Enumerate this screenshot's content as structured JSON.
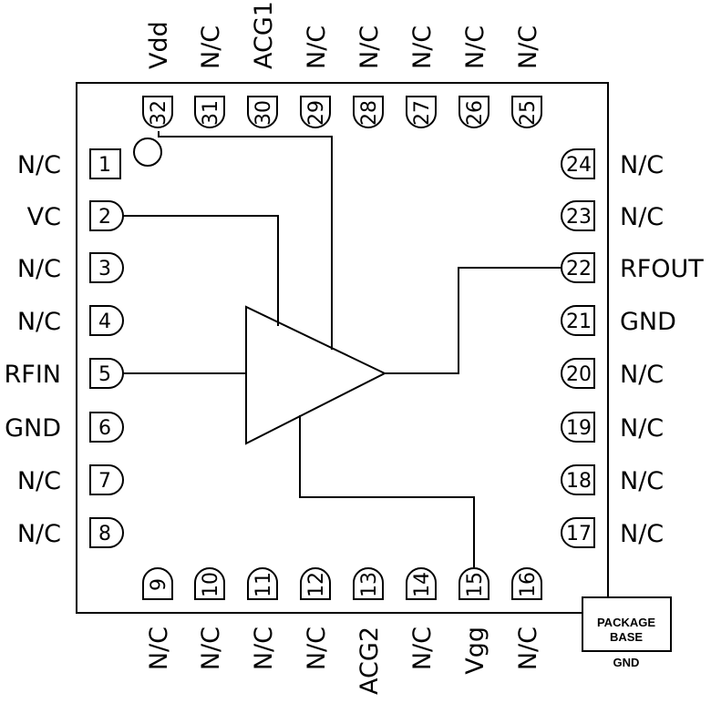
{
  "pins": {
    "left": [
      {
        "num": "1",
        "label": "N/C",
        "shape": "square"
      },
      {
        "num": "2",
        "label": "VC",
        "shape": "round"
      },
      {
        "num": "3",
        "label": "N/C",
        "shape": "round"
      },
      {
        "num": "4",
        "label": "N/C",
        "shape": "round"
      },
      {
        "num": "5",
        "label": "RFIN",
        "shape": "round"
      },
      {
        "num": "6",
        "label": "GND",
        "shape": "round"
      },
      {
        "num": "7",
        "label": "N/C",
        "shape": "round"
      },
      {
        "num": "8",
        "label": "N/C",
        "shape": "round"
      }
    ],
    "bottom": [
      {
        "num": "9",
        "label": "N/C"
      },
      {
        "num": "10",
        "label": "N/C"
      },
      {
        "num": "11",
        "label": "N/C"
      },
      {
        "num": "12",
        "label": "N/C"
      },
      {
        "num": "13",
        "label": "ACG2"
      },
      {
        "num": "14",
        "label": "N/C"
      },
      {
        "num": "15",
        "label": "Vgg"
      },
      {
        "num": "16",
        "label": "N/C"
      }
    ],
    "right": [
      {
        "num": "17",
        "label": "N/C"
      },
      {
        "num": "18",
        "label": "N/C"
      },
      {
        "num": "19",
        "label": "N/C"
      },
      {
        "num": "20",
        "label": "N/C"
      },
      {
        "num": "21",
        "label": "GND"
      },
      {
        "num": "22",
        "label": "RFOUT"
      },
      {
        "num": "23",
        "label": "N/C"
      },
      {
        "num": "24",
        "label": "N/C"
      }
    ],
    "top": [
      {
        "num": "25",
        "label": "N/C"
      },
      {
        "num": "26",
        "label": "N/C"
      },
      {
        "num": "27",
        "label": "N/C"
      },
      {
        "num": "28",
        "label": "N/C"
      },
      {
        "num": "29",
        "label": "N/C"
      },
      {
        "num": "30",
        "label": "ACG1"
      },
      {
        "num": "31",
        "label": "N/C"
      },
      {
        "num": "32",
        "label": "Vdd"
      }
    ]
  },
  "package": {
    "line1": "PACKAGE",
    "line2": "BASE",
    "gnd": "GND"
  }
}
